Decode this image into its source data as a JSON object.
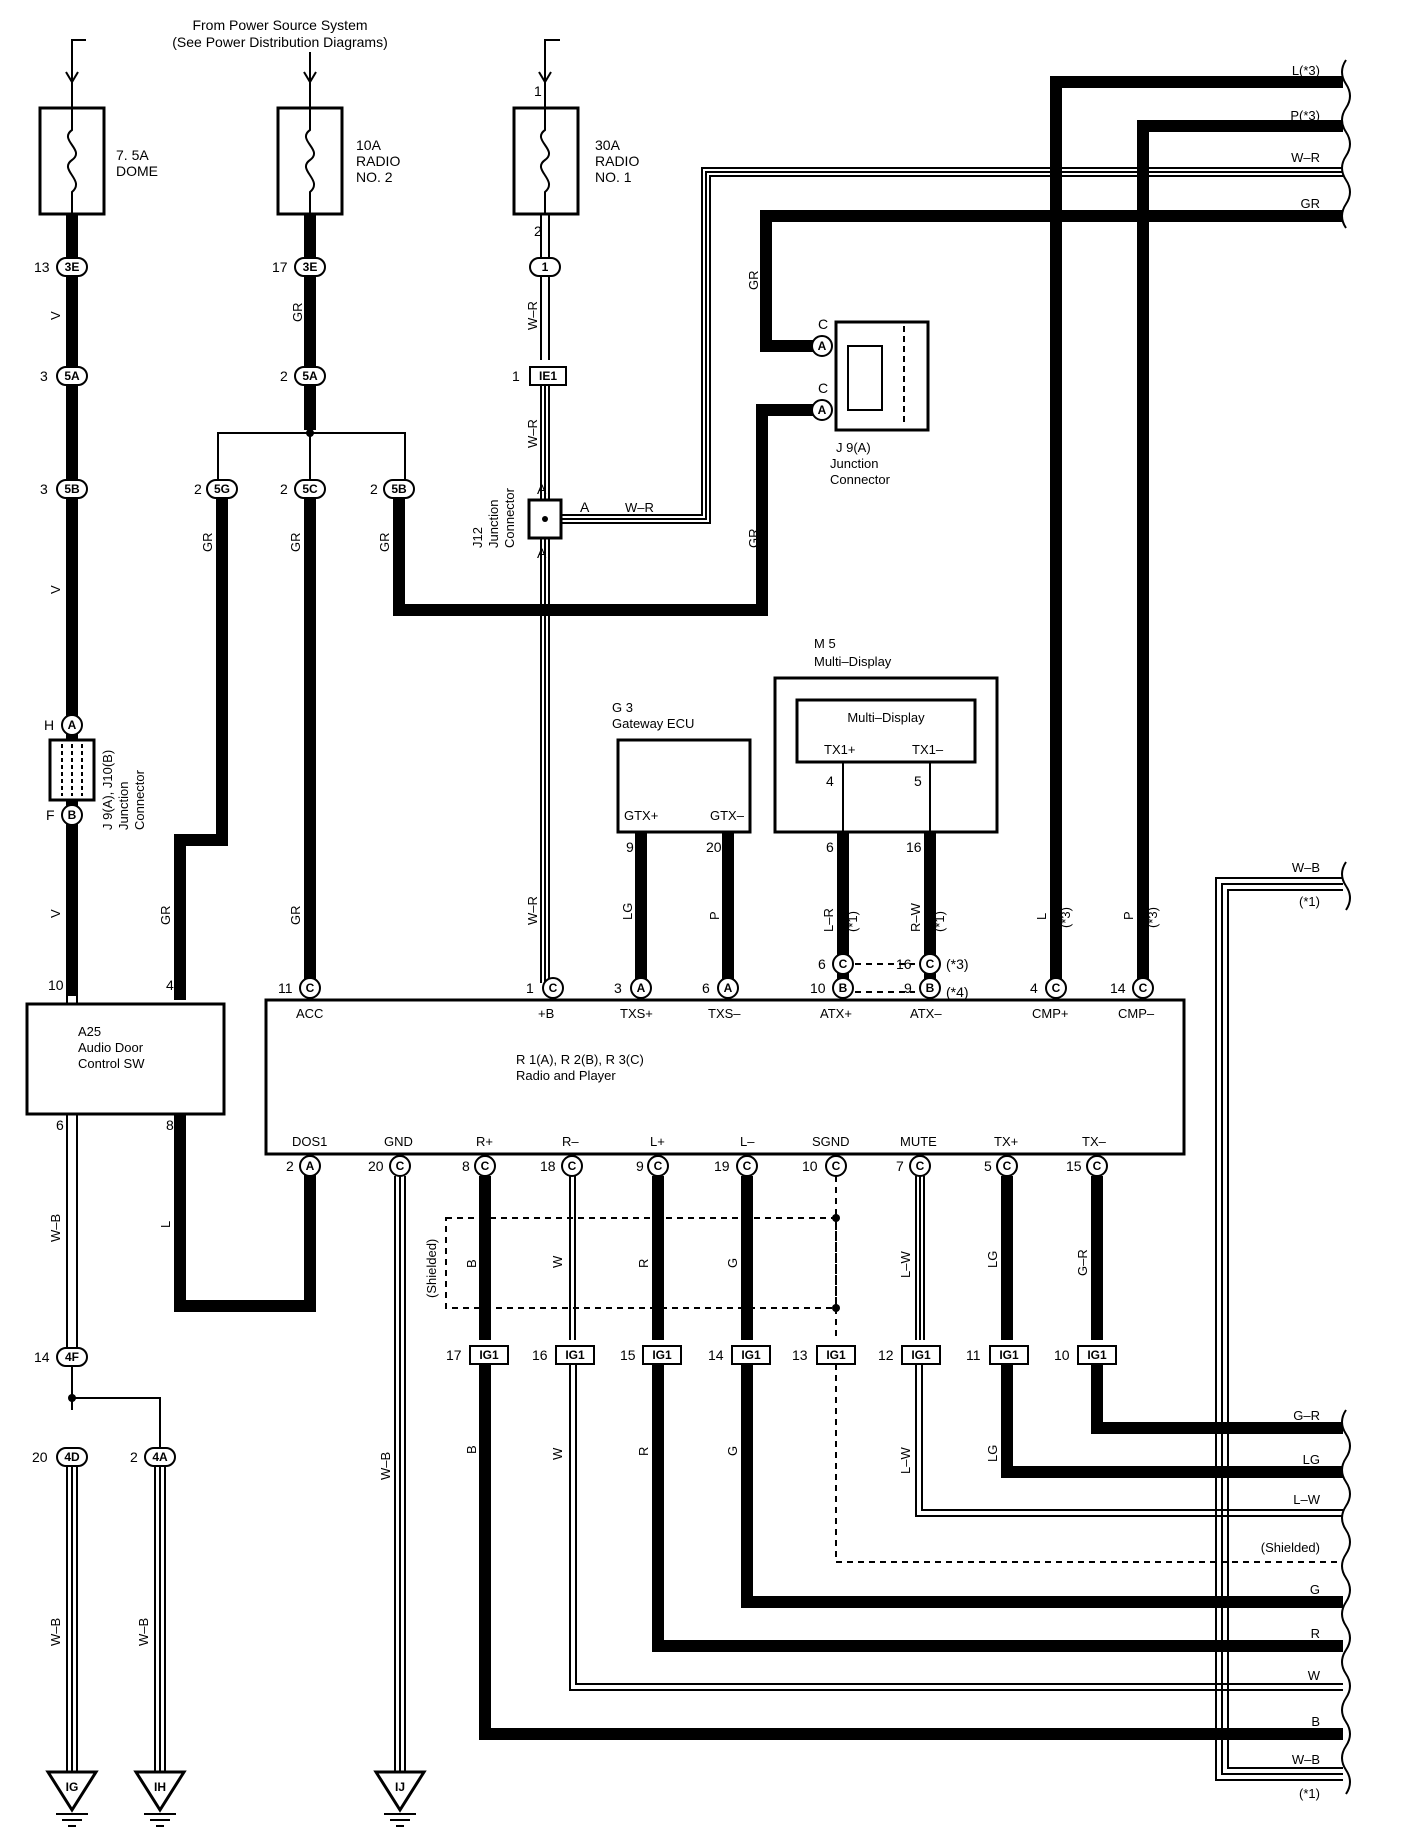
{
  "header": {
    "line1": "From Power Source System",
    "line2": "(See Power Distribution Diagrams)"
  },
  "fuses": [
    {
      "id": "fuse-dome",
      "line1": "7. 5A",
      "line2": "DOME",
      "line3": ""
    },
    {
      "id": "fuse-radio2",
      "line1": "10A",
      "line2": "RADIO",
      "line3": "NO. 2"
    },
    {
      "id": "fuse-radio1",
      "line1": "30A",
      "line2": "RADIO",
      "line3": "NO. 1"
    }
  ],
  "connectors": {
    "dome_3e": {
      "pin": "13",
      "code": "3E"
    },
    "dome_5a": {
      "pin": "3",
      "code": "5A"
    },
    "dome_5b": {
      "pin": "3",
      "code": "5B"
    },
    "r2_3e": {
      "pin": "17",
      "code": "3E"
    },
    "r2_5a": {
      "pin": "2",
      "code": "5A"
    },
    "c5g": {
      "pin": "2",
      "code": "5G"
    },
    "c5c": {
      "pin": "2",
      "code": "5C"
    },
    "c5b": {
      "pin": "2",
      "code": "5B"
    },
    "r1_1": {
      "pin": "2",
      "code": "1"
    },
    "r1_fuse_in": {
      "pin": "1"
    },
    "ie1": {
      "pin": "1",
      "code": "IE1"
    },
    "c4f": {
      "pin": "14",
      "code": "4F"
    },
    "c4d": {
      "pin": "20",
      "code": "4D"
    },
    "c4a": {
      "pin": "2",
      "code": "4A"
    }
  },
  "wire_colors": {
    "v1": "V",
    "v2": "V",
    "v3": "V",
    "gr_5a": "GR",
    "gr_5g": "GR",
    "gr_5c": "GR",
    "gr_5b": "GR",
    "gr_a25": "GR",
    "gr_acc": "GR",
    "wr1": "W–R",
    "wr2": "W–R",
    "wr3": "W–R",
    "wr_j12": "W–R",
    "gr_j9": "GR",
    "gr_j9b": "GR",
    "lg": "LG",
    "p": "P",
    "lr": "L–R",
    "rw": "R–W",
    "l_cmp": "L",
    "p_cmp": "P",
    "wb_a25": "W–B",
    "l_dos": "L",
    "wb_gnd": "W–B",
    "wb_ig": "W–B",
    "wb_ih": "W–B",
    "b": "B",
    "w": "W",
    "r": "R",
    "g": "G",
    "lw": "L–W",
    "lg2": "LG",
    "gr2": "G–R",
    "b_low": "B",
    "w_low": "W",
    "r_low": "R",
    "g_low": "G",
    "lw_low": "L–W",
    "lg_low": "LG",
    "note1": "(*1)",
    "note1b": "(*1)",
    "note3a": "(*3)",
    "note3b": "(*3)",
    "shielded": "(Shielded)"
  },
  "right_edge_labels": [
    "L(*3)",
    "P(*3)",
    "W–R",
    "GR",
    "W–B",
    "(*1)",
    "G–R",
    "LG",
    "L–W",
    "(Shielded)",
    "G",
    "R",
    "W",
    "B",
    "W–B",
    "(*1)"
  ],
  "j9_top": {
    "id": "J 9(A)",
    "line2": "Junction",
    "line3": "Connector",
    "pinA": "A",
    "pinC": "C"
  },
  "j12": {
    "id": "J12",
    "line2": "Junction",
    "line3": "Connector",
    "pinA": "A"
  },
  "j9_left": {
    "id": "J 9(A), J10(B)",
    "line2": "Junction",
    "line3": "Connector",
    "pinH": "H",
    "pinF": "F",
    "codeA": "A",
    "codeB": "B"
  },
  "gateway": {
    "id": "G 3",
    "name": "Gateway ECU",
    "pin1": "GTX+",
    "pin2": "GTX–",
    "n1": "9",
    "n2": "20"
  },
  "multi": {
    "id": "M 5",
    "name": "Multi–Display",
    "inner": "Multi–Display",
    "pin1": "TX1+",
    "pin2": "TX1–",
    "n1": "4",
    "n2": "5",
    "n3": "6",
    "n4": "16"
  },
  "a25": {
    "id": "A25",
    "name1": "Audio Door",
    "name2": "Control SW",
    "pin10": "10",
    "pin4": "4",
    "pin6": "6",
    "pin8": "8"
  },
  "radio": {
    "id": "R 1(A), R 2(B), R 3(C)",
    "name": "Radio and Player",
    "top_pins": [
      {
        "num": "11",
        "code": "C",
        "label": "ACC"
      },
      {
        "num": "1",
        "code": "C",
        "label": "+B"
      },
      {
        "num": "3",
        "code": "A",
        "label": "TXS+"
      },
      {
        "num": "6",
        "code": "A",
        "label": "TXS–"
      },
      {
        "num": "10",
        "code": "B",
        "label": "ATX+"
      },
      {
        "num": "9",
        "code": "B",
        "label": "ATX–"
      },
      {
        "num": "4",
        "code": "C",
        "label": "CMP+"
      },
      {
        "num": "14",
        "code": "C",
        "label": "CMP–"
      }
    ],
    "upper_alt": [
      {
        "num": "6",
        "code": "C"
      },
      {
        "num": "16",
        "code": "C",
        "note": "(*3)"
      },
      {
        "note": "(*4)"
      }
    ],
    "bottom_pins": [
      {
        "num": "2",
        "code": "A",
        "label": "DOS1"
      },
      {
        "num": "20",
        "code": "C",
        "label": "GND"
      },
      {
        "num": "8",
        "code": "C",
        "label": "R+"
      },
      {
        "num": "18",
        "code": "C",
        "label": "R–"
      },
      {
        "num": "9",
        "code": "C",
        "label": "L+"
      },
      {
        "num": "19",
        "code": "C",
        "label": "L–"
      },
      {
        "num": "10",
        "code": "C",
        "label": "SGND"
      },
      {
        "num": "7",
        "code": "C",
        "label": "MUTE"
      },
      {
        "num": "5",
        "code": "C",
        "label": "TX+"
      },
      {
        "num": "15",
        "code": "C",
        "label": "TX–"
      }
    ]
  },
  "ig1": [
    {
      "num": "17",
      "code": "IG1"
    },
    {
      "num": "16",
      "code": "IG1"
    },
    {
      "num": "15",
      "code": "IG1"
    },
    {
      "num": "14",
      "code": "IG1"
    },
    {
      "num": "13",
      "code": "IG1"
    },
    {
      "num": "12",
      "code": "IG1"
    },
    {
      "num": "11",
      "code": "IG1"
    },
    {
      "num": "10",
      "code": "IG1"
    }
  ],
  "grounds": [
    {
      "code": "IG"
    },
    {
      "code": "IH"
    },
    {
      "code": "IJ"
    }
  ]
}
